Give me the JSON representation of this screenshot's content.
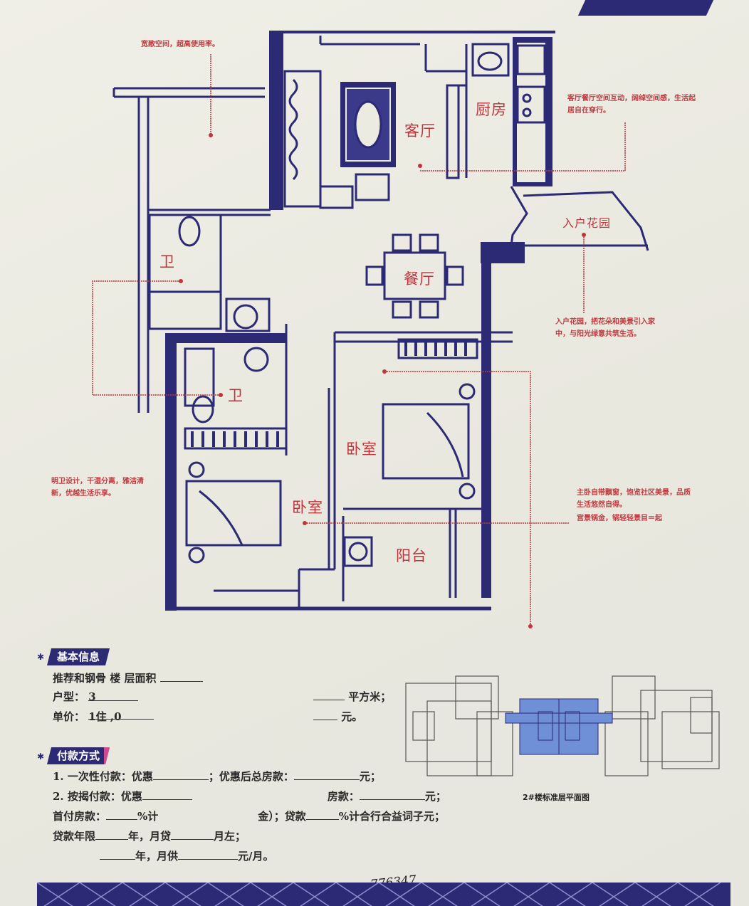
{
  "rooms": {
    "living": "客厅",
    "kitchen": "厨房",
    "entry_garden": "入户花园",
    "dining": "餐厅",
    "bath_top": "卫",
    "bath_bottom": "卫",
    "bedroom_right": "卧室",
    "bedroom_left": "卧室",
    "balcony": "阳台"
  },
  "notes": {
    "top_left": "宽敞空间，超高使用率。",
    "top_right": "客厅餐厅空间互动，阔绰空间感，生活起居自在穿行。",
    "entry_garden": "入户花园，把花朵和美景引入家中，与阳光绿意共筑生活。",
    "bathroom": "明卫设计，干湿分离，雅洁清新，优越生活乐享。",
    "master_bedroom": "主卧自带飘窗，饱览社区美景，品质生活悠然自得。",
    "master_bedroom_extra": "宫景锅金，锅轻轻景目＝起"
  },
  "info": {
    "section_title": "基本信息",
    "recommended": "推荐和钢骨 楼 层面积",
    "type_label": "户型：",
    "type_value": "3",
    "area_unit": "平方米；",
    "price_label": "单价：",
    "price_value": "1住 ,0",
    "price_unit": "元。"
  },
  "payment": {
    "section_title": "付款方式",
    "line1_a": "1. 一次性付款：优惠",
    "line1_b": "；优惠后总房款：",
    "line1_c": "元；",
    "line2_a": "2. 按揭付款：优惠",
    "line2_b": "房款：",
    "line2_c": "元；",
    "line3_a": "首付房款：",
    "line3_b": "%计",
    "line3_c": "金）；贷款",
    "line3_d": "%计合行合益词子元；",
    "line4_a": "贷款年限",
    "line4_b": "年，月贷",
    "line4_c": "月左；",
    "line5_a": "年，月供",
    "line5_b": "元/月。"
  },
  "site_plan": {
    "caption": "2#楼标准层平面图"
  },
  "handwritten_code": "776347",
  "colors": {
    "wall": "#2c2a74",
    "accent_red": "#c0343c",
    "highlight_blue": "#6f8fd6",
    "paper": "#ecebe2"
  }
}
